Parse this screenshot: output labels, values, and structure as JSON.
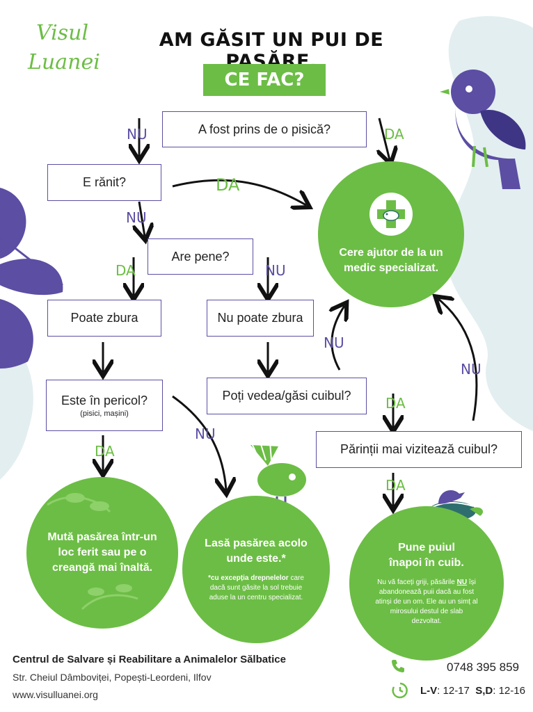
{
  "logo": {
    "line1": "Visul",
    "line2": "Luanei"
  },
  "header": {
    "title": "AM GĂSIT UN PUI DE PASĂRE.",
    "subtitle": "CE FAC?"
  },
  "questions": {
    "cat": "A fost prins de o pisică?",
    "injured": "E rănit?",
    "feathers": "Are pene?",
    "can_fly": "Poate zbura",
    "cannot_fly": "Nu poate zbura",
    "danger": "Este în pericol?",
    "danger_note": "(pisici, mașini)",
    "nest": "Poți vedea/găsi cuibul?",
    "parents": "Părinții mai vizitează cuibul?"
  },
  "labels": {
    "nu": "NU",
    "da": "DA"
  },
  "outcomes": {
    "vet": "Cere ajutor de la un medic specializat.",
    "move": "Mută pasărea într-un loc ferit sau pe o creangă mai înaltă.",
    "leave": "Lasă pasărea acolo unde este.*",
    "leave_note_bold": "*cu excepția drepnelelor",
    "leave_note_rest": " care dacă sunt găsite la sol trebuie aduse la un centru specializat.",
    "nest_back": "Pune puiul înapoi în cuib.",
    "nest_note_1": "Nu vă faceți griji, păsările ",
    "nest_note_bold": "NU",
    "nest_note_2": " își abandonează puii dacă au fost atinși de un om. Ele au un simț al mirosului destul de slab dezvoltat."
  },
  "footer": {
    "org": "Centrul de Salvare și Reabilitare a Animalelor Sălbatice",
    "address": "Str. Cheiul Dâmboviței, Popești-Leordeni, Ilfov",
    "website": "www.visulluanei.org",
    "phone": "0748 395 859",
    "hours_weekday_label": "L-V",
    "hours_weekday": ": 12-17",
    "hours_weekend_label": "S,D",
    "hours_weekend": ": 12-16"
  },
  "icons": [
    "vet-cross-icon",
    "phone-icon",
    "clock-icon",
    "bird-icon",
    "leaf-decoration",
    "nest-bird-icon"
  ],
  "colors": {
    "green": "#6cbd45",
    "purple": "#5b4ea3",
    "light_blue": "#e3eef0"
  }
}
